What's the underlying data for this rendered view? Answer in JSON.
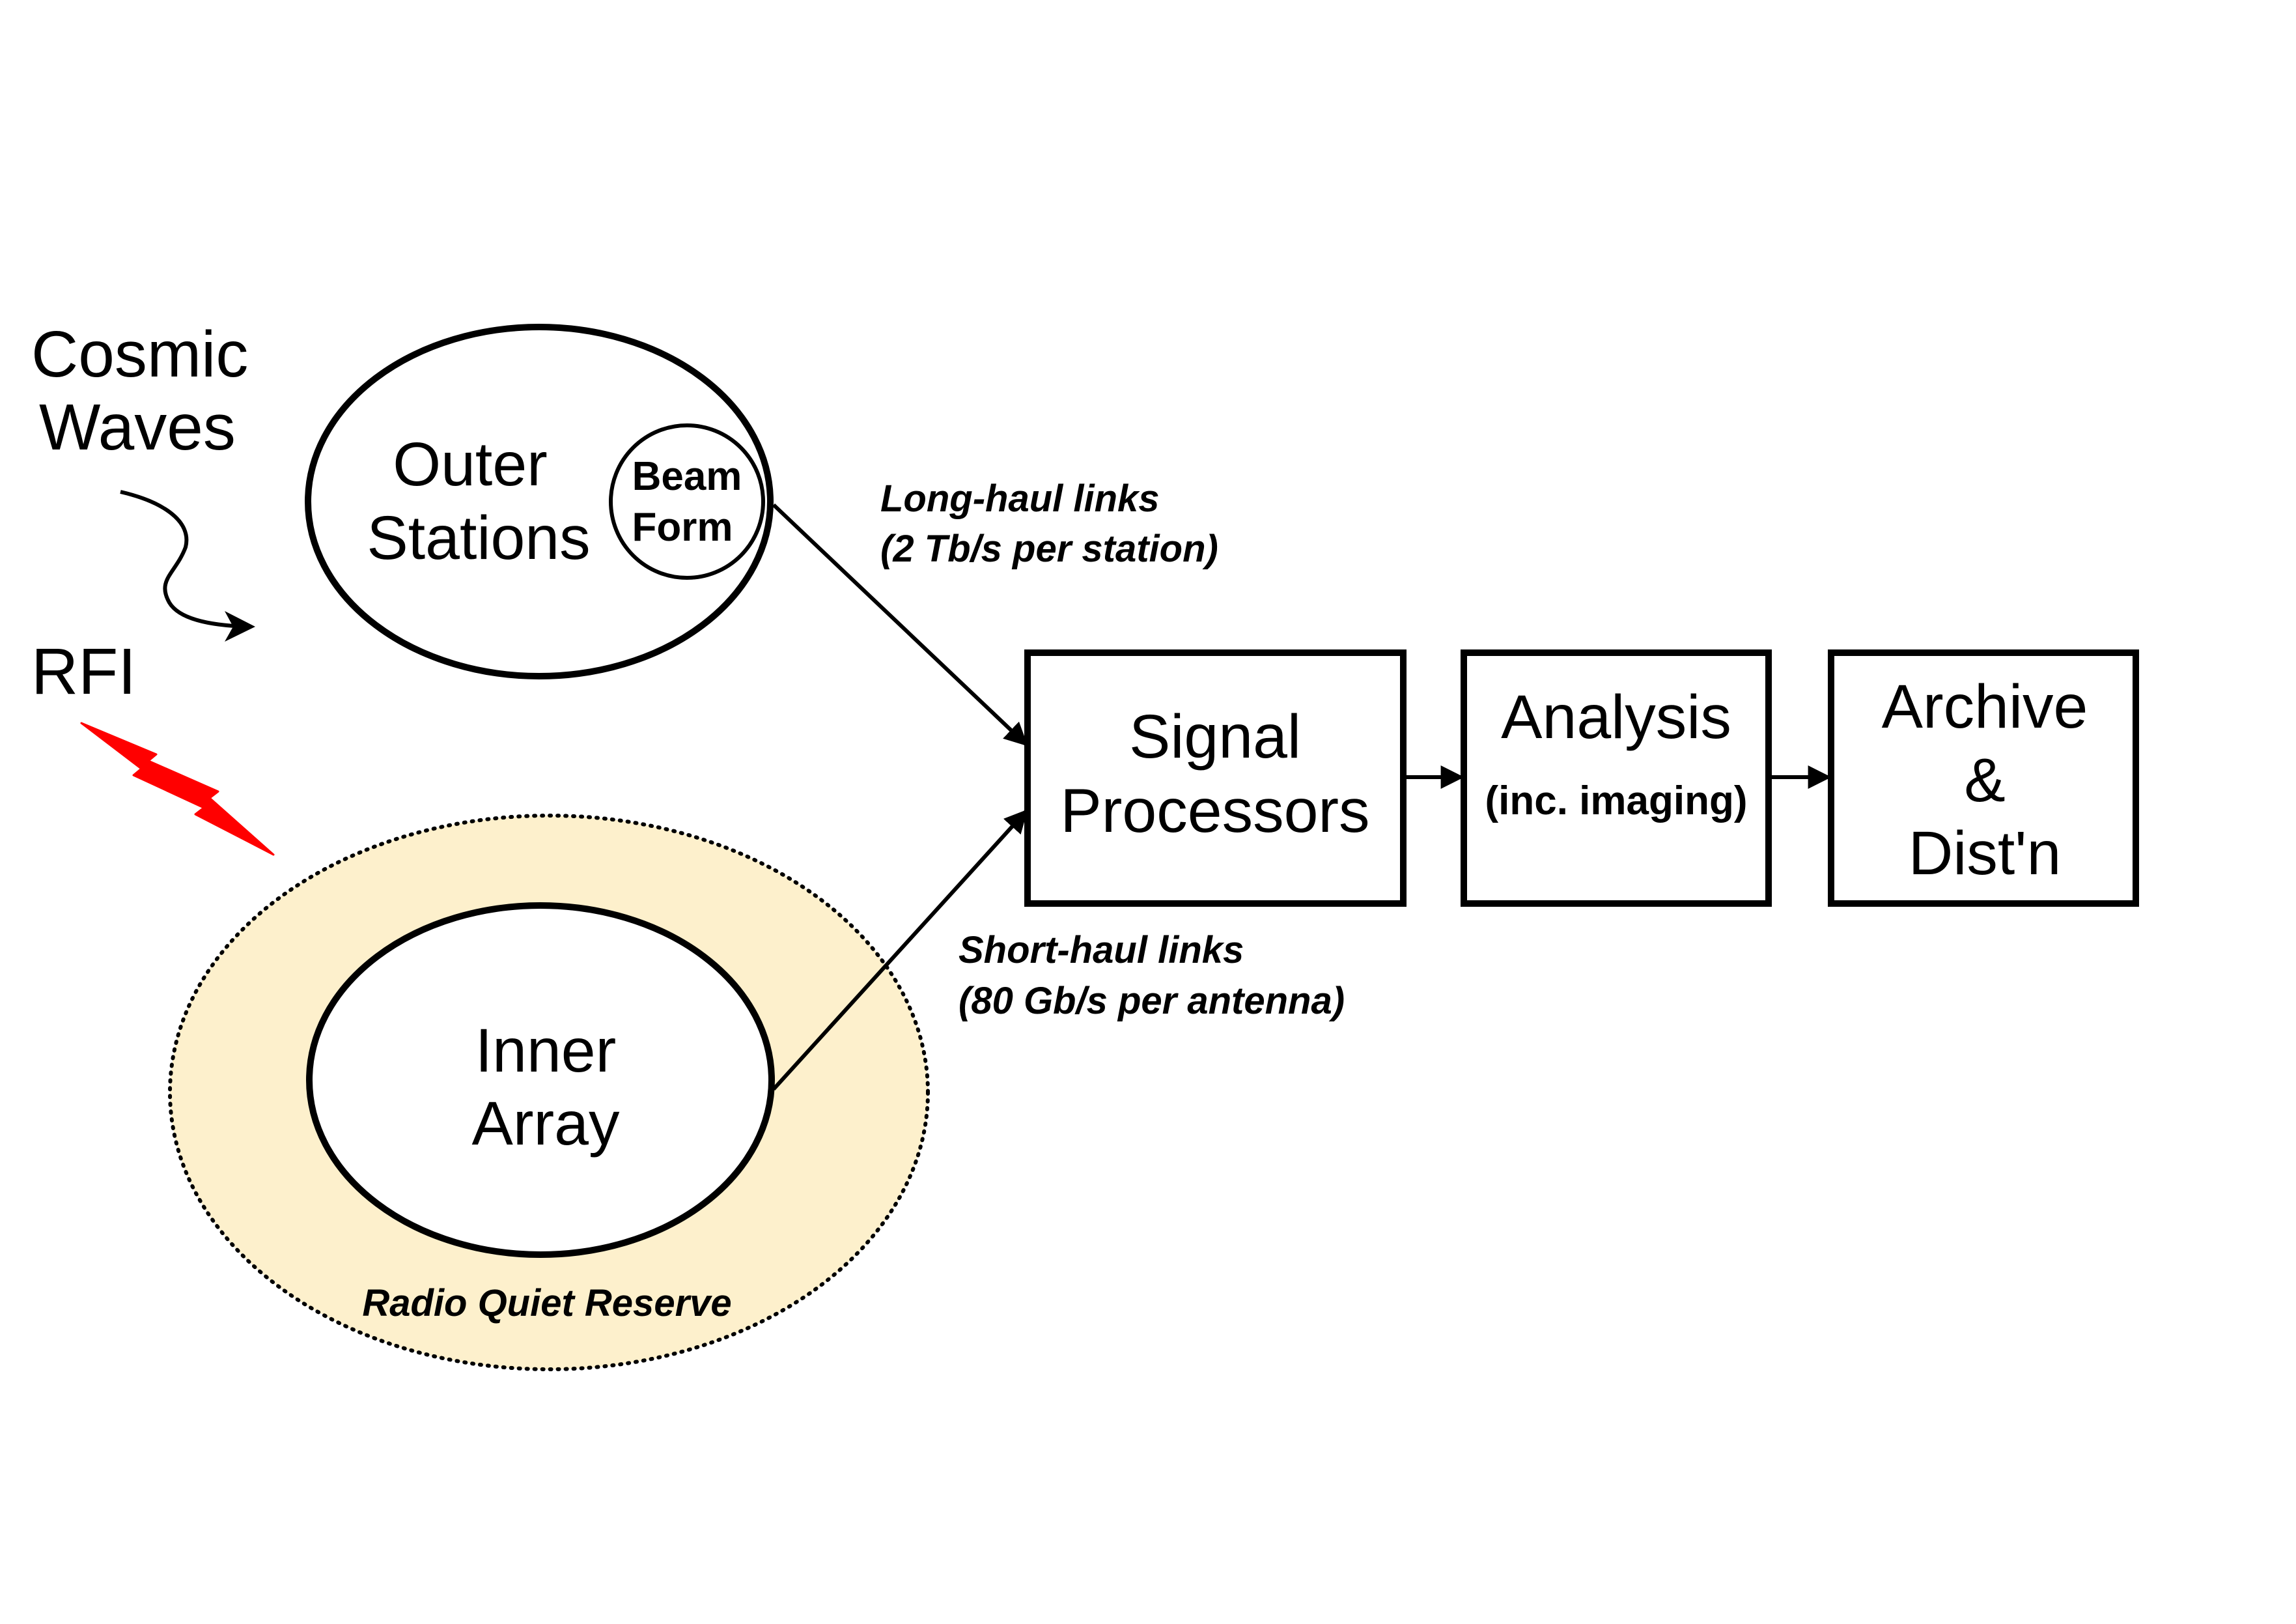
{
  "colors": {
    "reserve_fill": "#fdf0cc",
    "stroke": "#000000",
    "rfi": "#ff0000"
  },
  "icons": {
    "wave": "wavy-arrow-icon",
    "rfi": "lightning-bolt-icon"
  },
  "sources": {
    "cosmic_line1": "Cosmic",
    "cosmic_line2": "Waves",
    "rfi": "RFI"
  },
  "outer_stations": {
    "line1": "Outer",
    "line2": "Stations",
    "beam_line1": "Beam",
    "beam_line2": "Form"
  },
  "inner_array": {
    "line1": "Inner",
    "line2": "Array",
    "reserve_label": "Radio Quiet Reserve"
  },
  "links": {
    "long_line1": "Long-haul links",
    "long_line2": "(2 Tb/s per station)",
    "short_line1": "Short-haul links",
    "short_line2": "(80 Gb/s per antenna)"
  },
  "boxes": {
    "signal_line1": "Signal",
    "signal_line2": "Processors",
    "analysis_line1": "Analysis",
    "analysis_line2": "(inc. imaging)",
    "archive_line1": "Archive",
    "archive_line2": "&",
    "archive_line3": "Dist'n"
  }
}
